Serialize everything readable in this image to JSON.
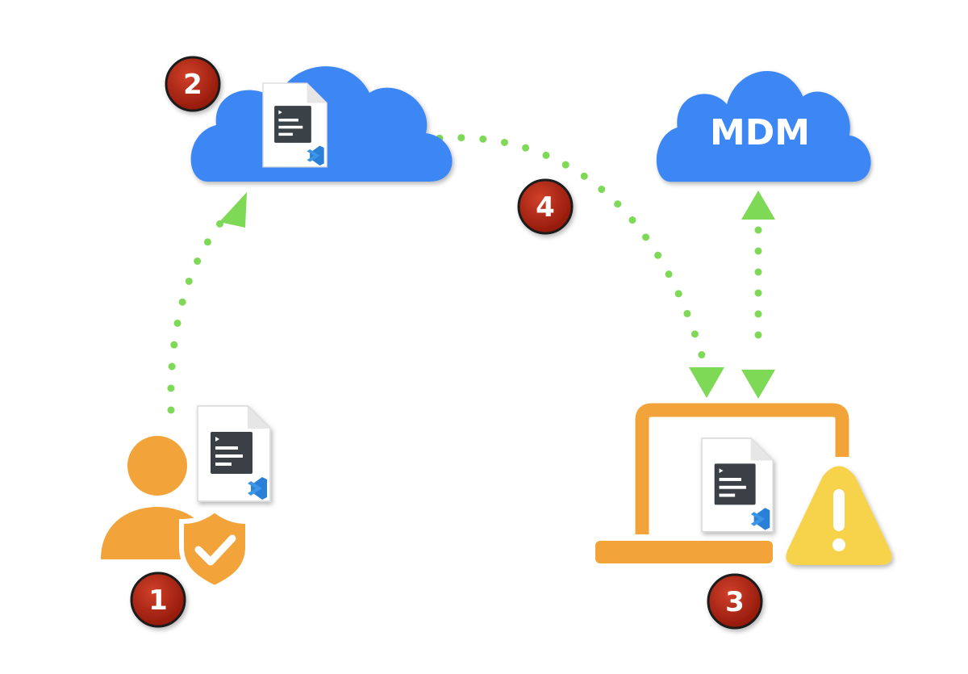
{
  "diagram": {
    "colors": {
      "cloud": "#3d87f5",
      "connector": "#7ed957",
      "badge": "#b2200f",
      "person": "#f2a33a",
      "laptop": "#f2a33a",
      "warning": "#f7d34b",
      "doc_icon": "#3a4147",
      "vscode": "#2a7fd6"
    },
    "nodes": {
      "config_cloud": {
        "icon": "file-vscode-icon"
      },
      "mdm_cloud": {
        "label": "MDM"
      },
      "admin_user": {
        "icons": [
          "user-icon",
          "shield-check-icon",
          "file-vscode-icon"
        ]
      },
      "device": {
        "icons": [
          "laptop-icon",
          "file-vscode-icon",
          "warning-icon"
        ]
      }
    },
    "steps": [
      {
        "label": "1"
      },
      {
        "label": "2"
      },
      {
        "label": "3"
      },
      {
        "label": "4"
      }
    ]
  }
}
